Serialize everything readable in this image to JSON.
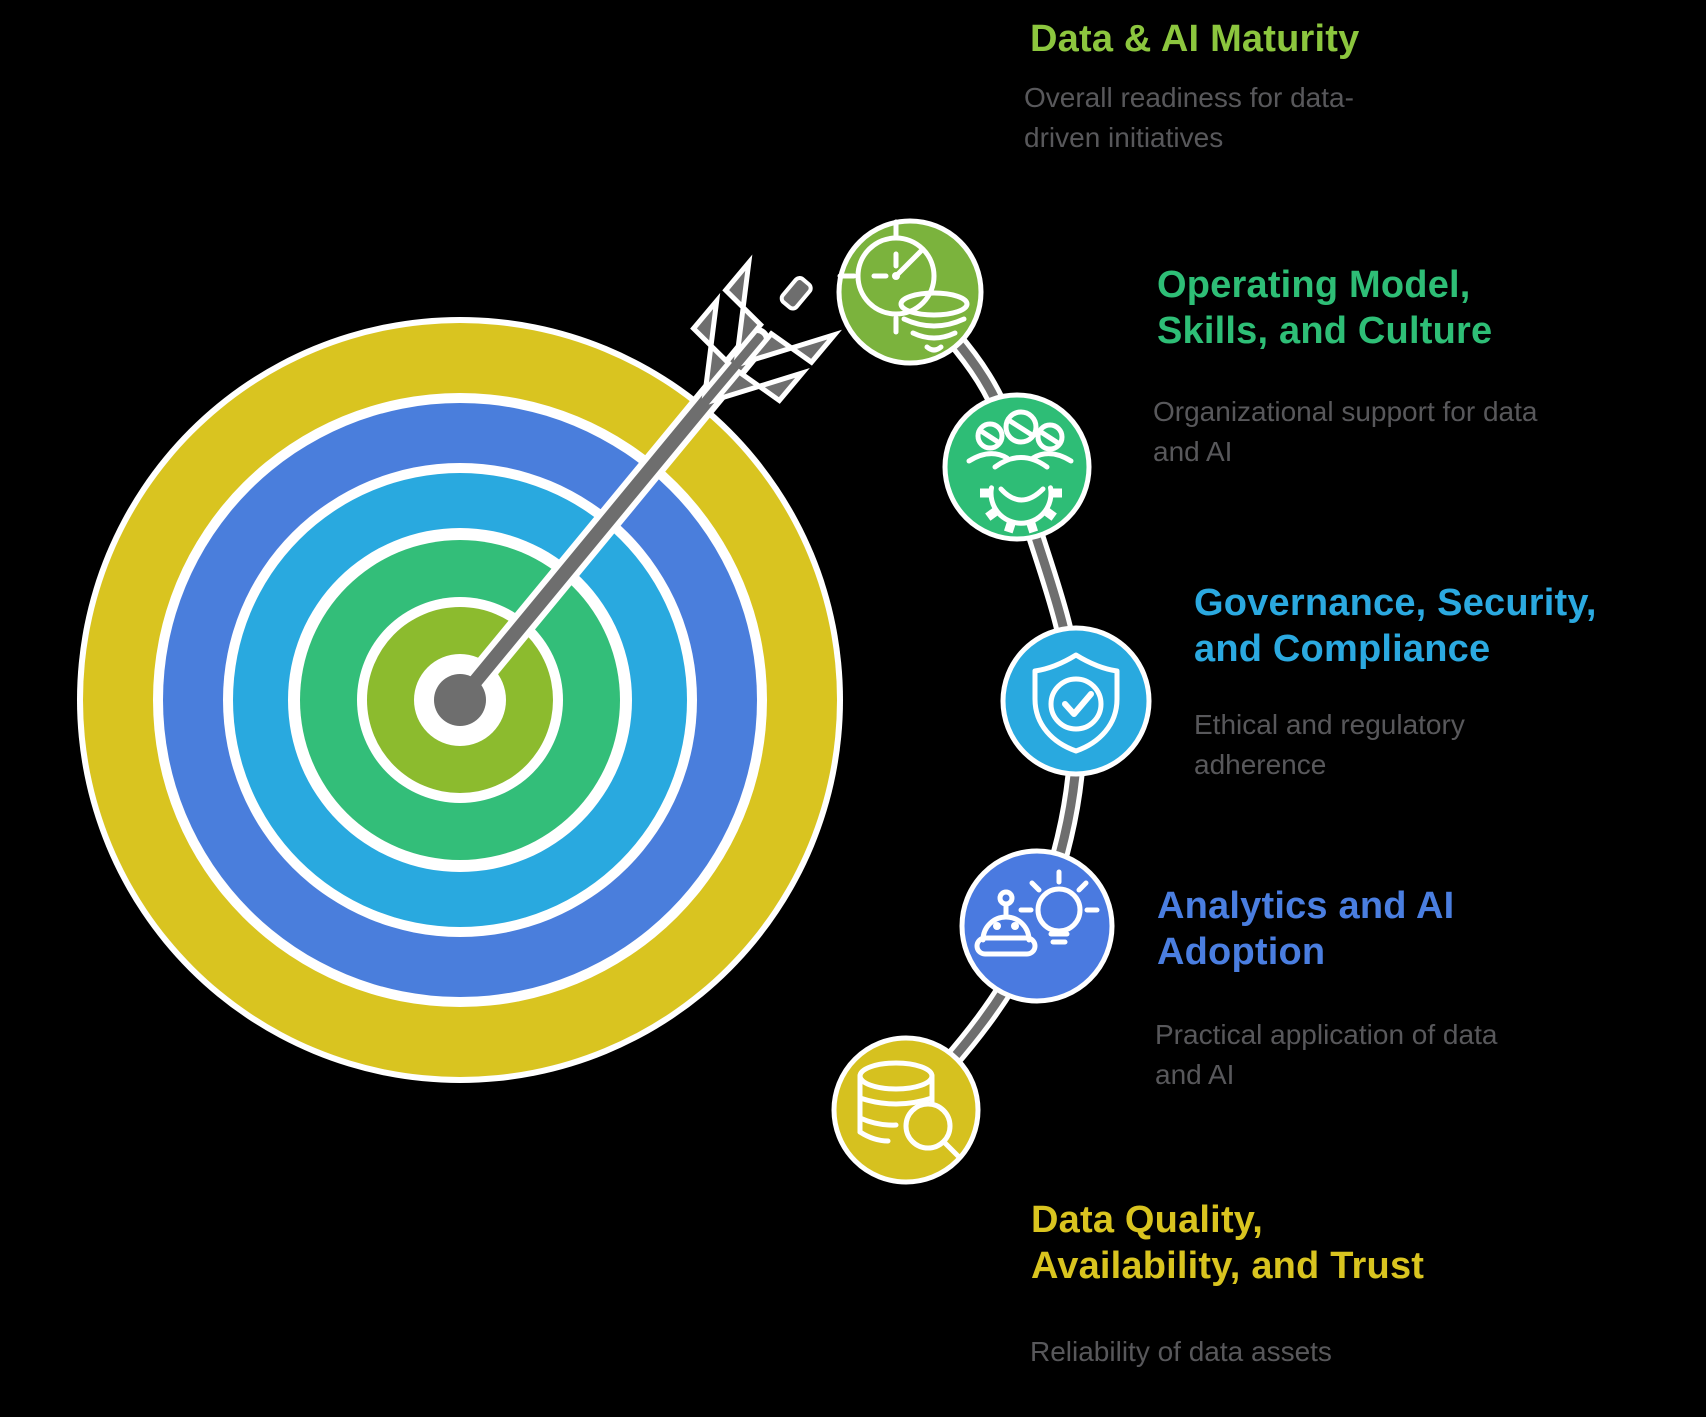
{
  "background": "#000000",
  "connector_color": "#6E6E6E",
  "target": {
    "arrow_color": "#6E6E6E",
    "rings": [
      {
        "name": "outer-yellow-ring",
        "color": "#D9C420"
      },
      {
        "name": "blue-ring",
        "color": "#4A7EDC"
      },
      {
        "name": "cyan-ring",
        "color": "#29A9DF"
      },
      {
        "name": "green-ring",
        "color": "#33BE79"
      },
      {
        "name": "center-disc",
        "color": "#8CBB2E"
      }
    ]
  },
  "sections": [
    {
      "id": "data-ai-maturity",
      "title": "Data & AI Maturity",
      "subtitle": "Overall readiness for data-\ndriven initiatives",
      "color": "#8CC63E",
      "circle_color": "#7BB33D",
      "icon": "radar-target-funnel-icon"
    },
    {
      "id": "operating-model-skills-culture",
      "title": "Operating Model,\nSkills, and Culture",
      "subtitle": "Organizational support for data\nand AI",
      "color": "#2EBE76",
      "circle_color": "#2EBD76",
      "icon": "team-gear-icon"
    },
    {
      "id": "governance-security-compliance",
      "title": "Governance, Security,\nand Compliance",
      "subtitle": "Ethical and regulatory\nadherence",
      "color": "#2BA9E0",
      "circle_color": "#29A9DF",
      "icon": "shield-check-icon"
    },
    {
      "id": "analytics-ai-adoption",
      "title": "Analytics and AI\nAdoption",
      "subtitle": "Practical application of data\nand AI",
      "color": "#4A7EE0",
      "circle_color": "#4A7AE0",
      "icon": "robot-lightbulb-icon"
    },
    {
      "id": "data-quality-availability-trust",
      "title": "Data Quality,\nAvailability, and Trust",
      "subtitle": "Reliability of data assets",
      "color": "#D9C41F",
      "circle_color": "#D6C11F",
      "icon": "database-search-icon"
    }
  ]
}
